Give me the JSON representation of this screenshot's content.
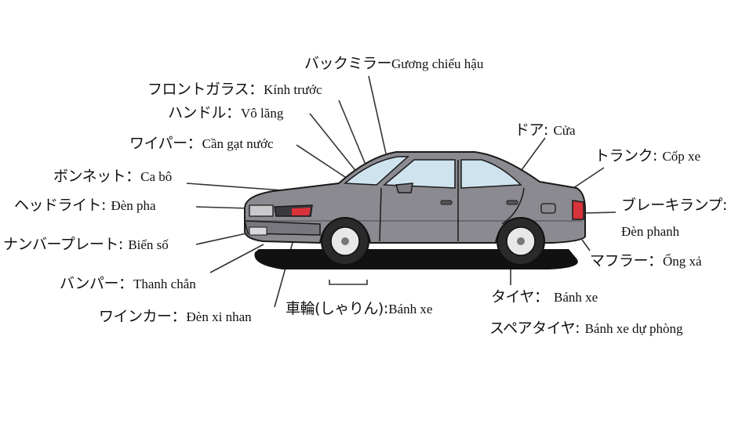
{
  "labels": [
    {
      "key": "rearview-mirror",
      "jp": "バックミラー",
      "sep": "",
      "vi": "Gương chiếu hậu"
    },
    {
      "key": "windshield",
      "jp": "フロントガラス",
      "sep": "：",
      "vi": "Kính trước"
    },
    {
      "key": "steering-wheel",
      "jp": "ハンドル",
      "sep": "：",
      "vi": "Vô lăng"
    },
    {
      "key": "wiper",
      "jp": "ワイパー",
      "sep": "：",
      "vi": "Cần gạt nước"
    },
    {
      "key": "bonnet",
      "jp": "ボンネット",
      "sep": "：",
      "vi": "Ca bô"
    },
    {
      "key": "headlight",
      "jp": "ヘッドライト",
      "sep": ": ",
      "vi": "Đèn pha"
    },
    {
      "key": "license-plate",
      "jp": "ナンバープレート",
      "sep": ": ",
      "vi": "Biển số"
    },
    {
      "key": "bumper",
      "jp": "バンパー",
      "sep": "：",
      "vi": "Thanh chắn"
    },
    {
      "key": "turn-signal",
      "jp": "ワインカー",
      "sep": "：",
      "vi": "Đèn xi nhan"
    },
    {
      "key": "wheel",
      "jp": "車輪(しゃりん)",
      "sep": ":",
      "vi": "Bánh xe"
    },
    {
      "key": "door",
      "jp": "ドア",
      "sep": ": ",
      "vi": "Cửa"
    },
    {
      "key": "trunk",
      "jp": "トランク",
      "sep": ": ",
      "vi": "Cốp xe"
    },
    {
      "key": "brake-lamp",
      "jp": "ブレーキランプ",
      "sep": ":",
      "vi": "Đèn phanh"
    },
    {
      "key": "muffler",
      "jp": "マフラー",
      "sep": "：",
      "vi": "Ống xả"
    },
    {
      "key": "tire",
      "jp": "タイヤ",
      "sep": "： ",
      "vi": "Bánh xe"
    },
    {
      "key": "spare-tire",
      "jp": "スペアタイヤ",
      "sep": ": ",
      "vi": "Bánh xe dự phòng"
    }
  ],
  "colors": {
    "car_body": "#8a8a90",
    "car_outline": "#1a1a1a",
    "window": "#cfe3ef",
    "tire": "#2a2a2a",
    "hub": "#e8e8e8",
    "tail_lamp": "#d8323a",
    "shadow": "#111111",
    "line": "#333333"
  }
}
